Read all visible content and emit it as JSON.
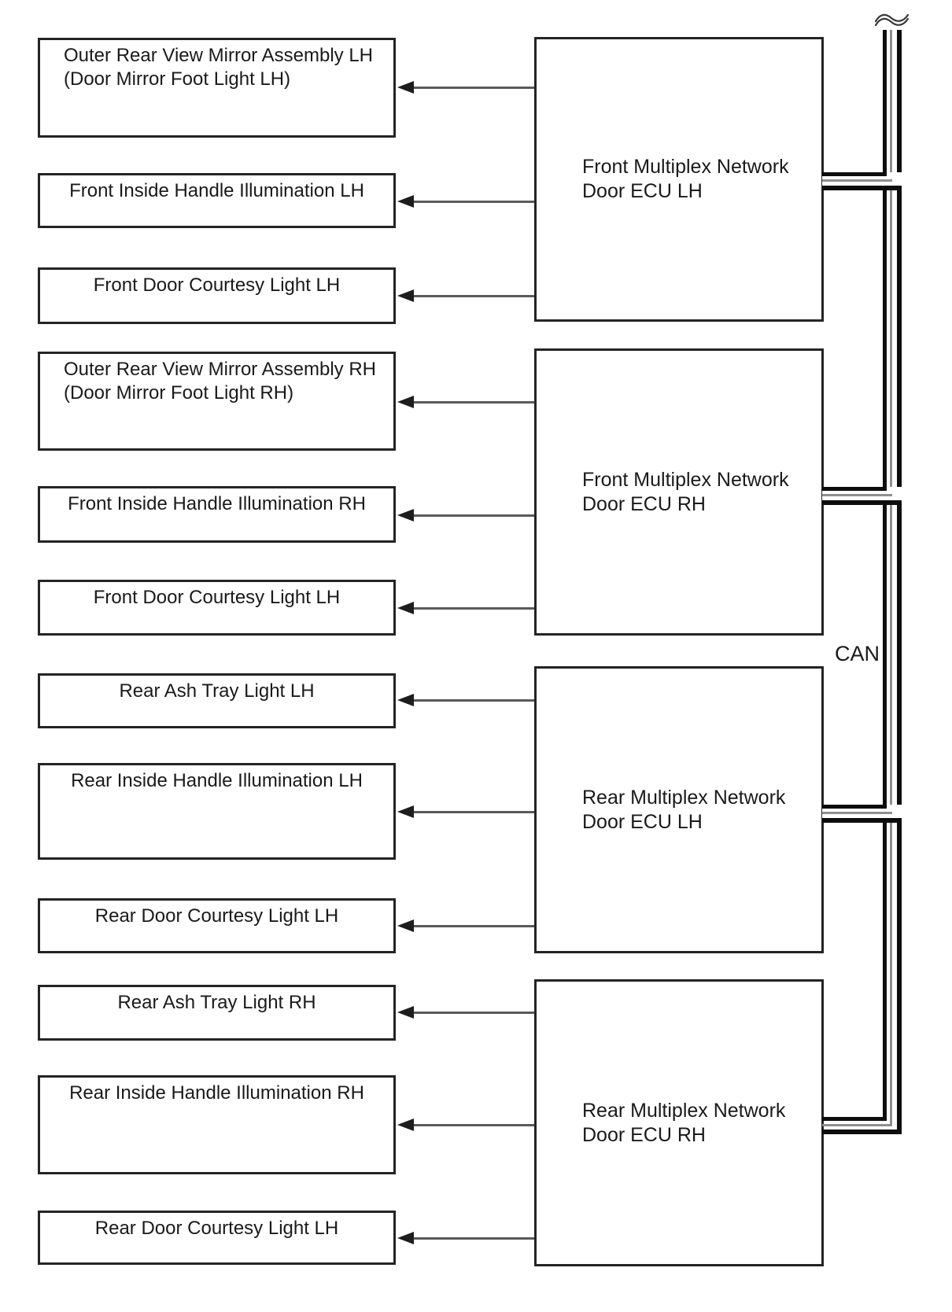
{
  "diagram": {
    "can_label": "CAN",
    "left_boxes": [
      {
        "lines": [
          "Outer Rear View Mirror Assembly LH",
          "(Door Mirror Foot Light LH)"
        ]
      },
      {
        "lines": [
          "Front Inside Handle Illumination LH"
        ]
      },
      {
        "lines": [
          "Front Door Courtesy Light LH"
        ]
      },
      {
        "lines": [
          "Outer Rear View Mirror Assembly RH",
          "(Door Mirror Foot Light RH)"
        ]
      },
      {
        "lines": [
          "Front Inside Handle Illumination RH"
        ]
      },
      {
        "lines": [
          "Front Door Courtesy Light LH"
        ]
      },
      {
        "lines": [
          "Rear Ash Tray Light LH"
        ]
      },
      {
        "lines": [
          "Rear Inside Handle Illumination LH"
        ]
      },
      {
        "lines": [
          "Rear Door Courtesy Light LH"
        ]
      },
      {
        "lines": [
          "Rear Ash Tray Light RH"
        ]
      },
      {
        "lines": [
          "Rear Inside Handle Illumination RH"
        ]
      },
      {
        "lines": [
          "Rear Door Courtesy Light LH"
        ]
      }
    ],
    "ecu_boxes": [
      {
        "lines": [
          "Front Multiplex Network",
          "Door ECU LH"
        ]
      },
      {
        "lines": [
          "Front Multiplex Network",
          "Door ECU RH"
        ]
      },
      {
        "lines": [
          "Rear Multiplex Network",
          "Door ECU LH"
        ]
      },
      {
        "lines": [
          "Rear Multiplex Network",
          "Door ECU RH"
        ]
      }
    ],
    "colors": {
      "line": "#242424",
      "arrow_line": "#5a5a5a",
      "bus_dark": "#0d0d0d",
      "bus_thin": "#8f8f8f",
      "background": "#ffffff"
    }
  }
}
